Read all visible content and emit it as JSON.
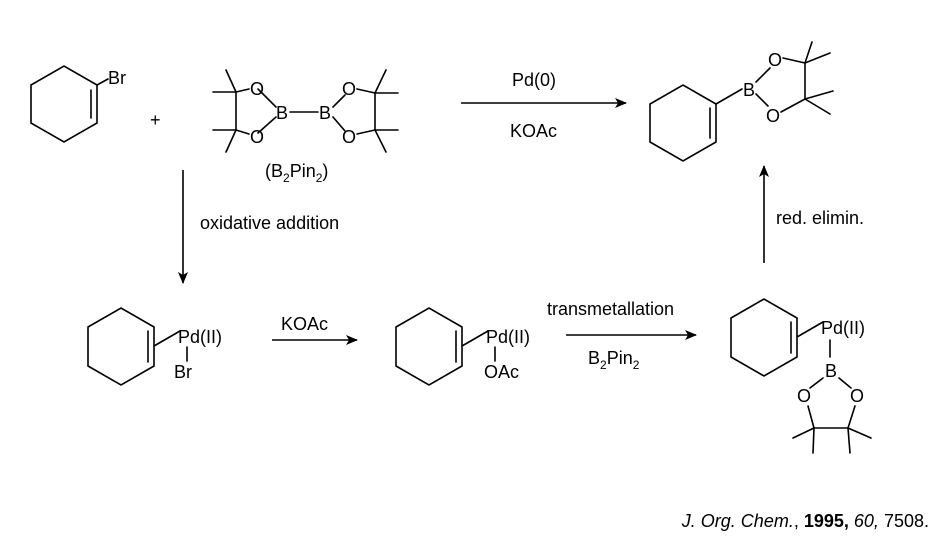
{
  "scheme": {
    "plus": "+",
    "b2pin2_label": {
      "open": "(B",
      "sub1": "2",
      "mid": "Pin",
      "sub2": "2",
      "close": ")"
    },
    "reagent_top": "Pd(0)",
    "base_top": "KOAc",
    "step_oxidative": "oxidative addition",
    "step_koac": "KOAc",
    "step_transmetal": "transmetallation",
    "step_transmetal_reagent": {
      "b": "B",
      "sub1": "2",
      "pin": "Pin",
      "sub2": "2"
    },
    "step_red_elim": "red. elimin.",
    "atoms": {
      "br": "Br",
      "b": "B",
      "o": "O",
      "pd_ii": "Pd(II)",
      "oac": "OAc"
    },
    "citation": {
      "journal": "J. Org. Chem.",
      "comma": ", ",
      "year": "1995,",
      "volume": "60,",
      "page": "7508."
    }
  }
}
